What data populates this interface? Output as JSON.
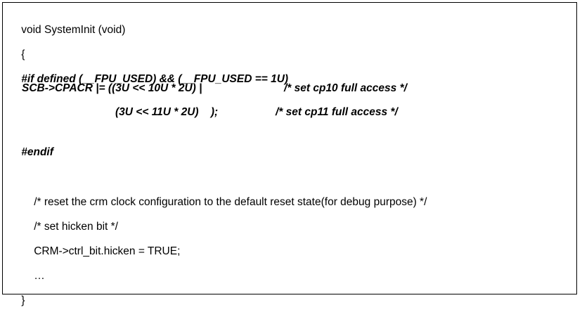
{
  "code_block": {
    "lines": {
      "l01": "void SystemInit (void)",
      "l02": "{",
      "l03": "#if defined (__FPU_USED) && (__FPU_USED == 1U)",
      "l04_code": "SCB->CPACR |= ((3U << 10U * 2U) |",
      "l04_comment": "/* set cp10 full access */",
      "l05_code": "(3U << 11U * 2U)    );",
      "l05_comment": "/* set cp11 full access */",
      "l06": "#endif",
      "l07": "/* reset the crm clock configuration to the default reset state(for debug purpose) */",
      "l08": "/* set hicken bit */",
      "l09": "CRM->ctrl_bit.hicken = TRUE;",
      "l10": "…",
      "l11": "}"
    }
  }
}
